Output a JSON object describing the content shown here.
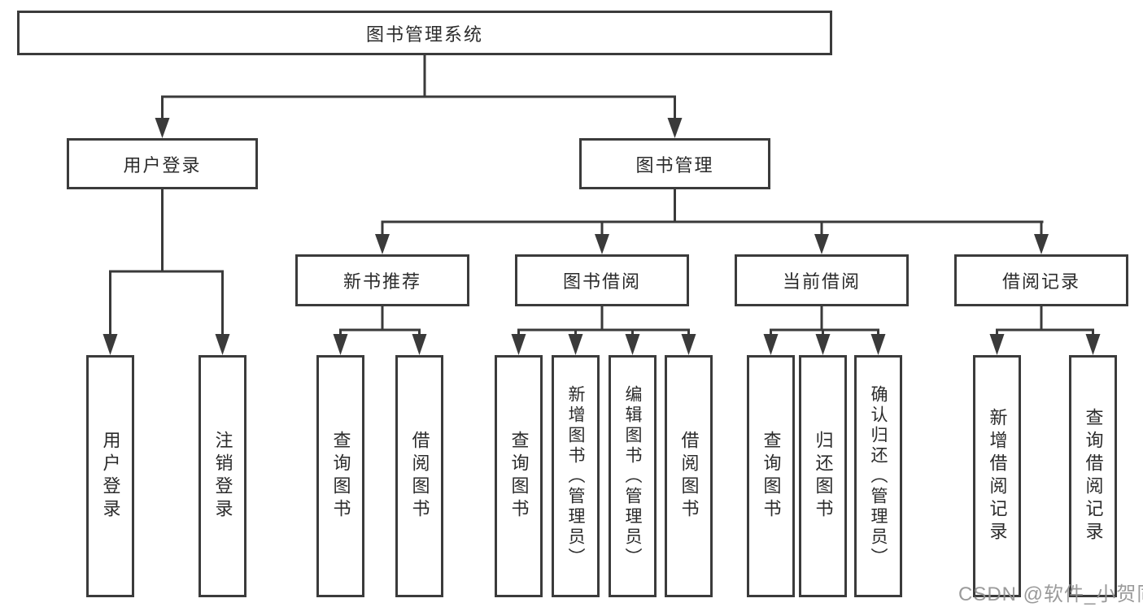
{
  "diagram": {
    "root": {
      "label": "图书管理系统",
      "children": [
        {
          "label": "用户登录",
          "children": [
            {
              "label": "用户登录"
            },
            {
              "label": "注销登录"
            }
          ]
        },
        {
          "label": "图书管理",
          "children": [
            {
              "label": "新书推荐",
              "children": [
                {
                  "label": "查询图书"
                },
                {
                  "label": "借阅图书"
                }
              ]
            },
            {
              "label": "图书借阅",
              "children": [
                {
                  "label": "查询图书"
                },
                {
                  "label": "新增图书（管理员）"
                },
                {
                  "label": "编辑图书（管理员）"
                },
                {
                  "label": "借阅图书"
                }
              ]
            },
            {
              "label": "当前借阅",
              "children": [
                {
                  "label": "查询图书"
                },
                {
                  "label": "归还图书"
                },
                {
                  "label": "确认归还（管理员）"
                }
              ]
            },
            {
              "label": "借阅记录",
              "children": [
                {
                  "label": "新增借阅记录"
                },
                {
                  "label": "查询借阅记录"
                }
              ]
            }
          ]
        }
      ]
    },
    "watermark": "CSDN @软件_小贺同学",
    "colors": {
      "line": "#3a3a3a",
      "box_border": "#3b3b3b",
      "text": "#2b2b2b",
      "watermark": "#919191",
      "background": "#ffffff"
    }
  }
}
